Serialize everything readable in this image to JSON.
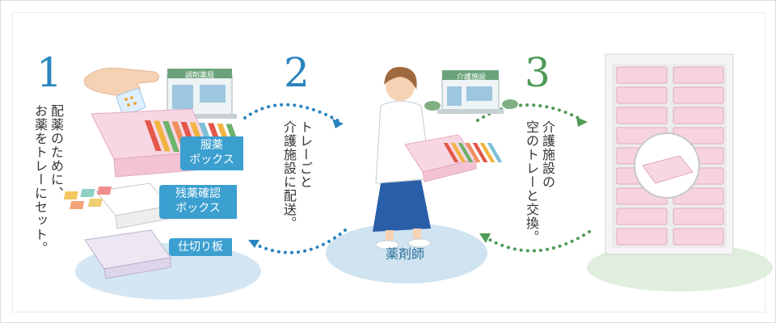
{
  "steps": [
    {
      "number": "1",
      "text_line1": "配薬のために、",
      "text_line2": "お薬をトレーにセット。"
    },
    {
      "number": "2",
      "text_line1": "トレーごと",
      "text_line2": "介護施設に配送。"
    },
    {
      "number": "3",
      "text_line1": "介護施設の",
      "text_line2": "空のトレーと交換。"
    }
  ],
  "labels": {
    "pharmacy_sign": "調剤薬局",
    "facility_sign": "介護施設",
    "box_medicine_1": "服薬",
    "box_medicine_2": "ボックス",
    "box_remaining_1": "残薬確認",
    "box_remaining_2": "ボックス",
    "divider_board": "仕切り板",
    "pharmacist": "薬剤師"
  },
  "colors": {
    "blue_step": "#2a84be",
    "green_step": "#4e9a57",
    "tag_blue": "#3b9fd0",
    "tray_pink": "#f6d3df",
    "ground_blue": "#cfe3f1",
    "ground_green": "#dfeedd",
    "cabinet": "#f4f4f4"
  }
}
